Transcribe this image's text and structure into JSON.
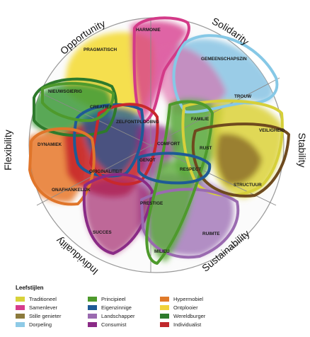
{
  "diagram": {
    "dimensions": {
      "top_right": "Solidarity",
      "top_left": "Opportunity",
      "left": "Flexibility",
      "right": "Stability",
      "bottom_left": "Individuality",
      "bottom_right": "Sustainability"
    },
    "values": {
      "harmonie": "HARMONIE",
      "pragmatisch": "PRAGMATISCH",
      "gemeenschapszin": "GEMEENSCHAPSZIN",
      "nieuwsgierig": "NIEUWSGIERIG",
      "creatief": "CREATIEF",
      "trouw": "TROUW",
      "zelfontplooiing": "ZELFONTPLOOIING",
      "familie": "FAMILIE",
      "veiligheid": "VEILIGHEID",
      "dynamiek": "DYNAMIEK",
      "comfort": "COMFORT",
      "rust": "RUST",
      "originaliteit": "ORIGINALITEIT",
      "genot": "GENOT",
      "respect": "RESPECT",
      "structuur": "STRUCTUUR",
      "onafhankelijk": "ONAFHANKELIJK",
      "prestige": "PRESTIGE",
      "ruimte": "RUIMTE",
      "succes": "SUCCES",
      "milieu": "MILIEU"
    }
  },
  "legend": {
    "title": "Leefstijlen",
    "items": [
      {
        "label": "Traditioneel",
        "color": "#d8d23a"
      },
      {
        "label": "Samenlever",
        "color": "#d63c8c"
      },
      {
        "label": "Stille genieter",
        "color": "#8c7a3c"
      },
      {
        "label": "Dorpeling",
        "color": "#8ecae6"
      },
      {
        "label": "Principieel",
        "color": "#4e9a2c"
      },
      {
        "label": "Eigenzinnige",
        "color": "#1e5a96"
      },
      {
        "label": "Landschapper",
        "color": "#9a6ab0"
      },
      {
        "label": "Consumist",
        "color": "#8a2a86"
      },
      {
        "label": "Hypermobiel",
        "color": "#e07a2a"
      },
      {
        "label": "Ontplooier",
        "color": "#f0d23a"
      },
      {
        "label": "Wereldburger",
        "color": "#2e7a2c"
      },
      {
        "label": "Individualist",
        "color": "#c0282c"
      }
    ]
  }
}
